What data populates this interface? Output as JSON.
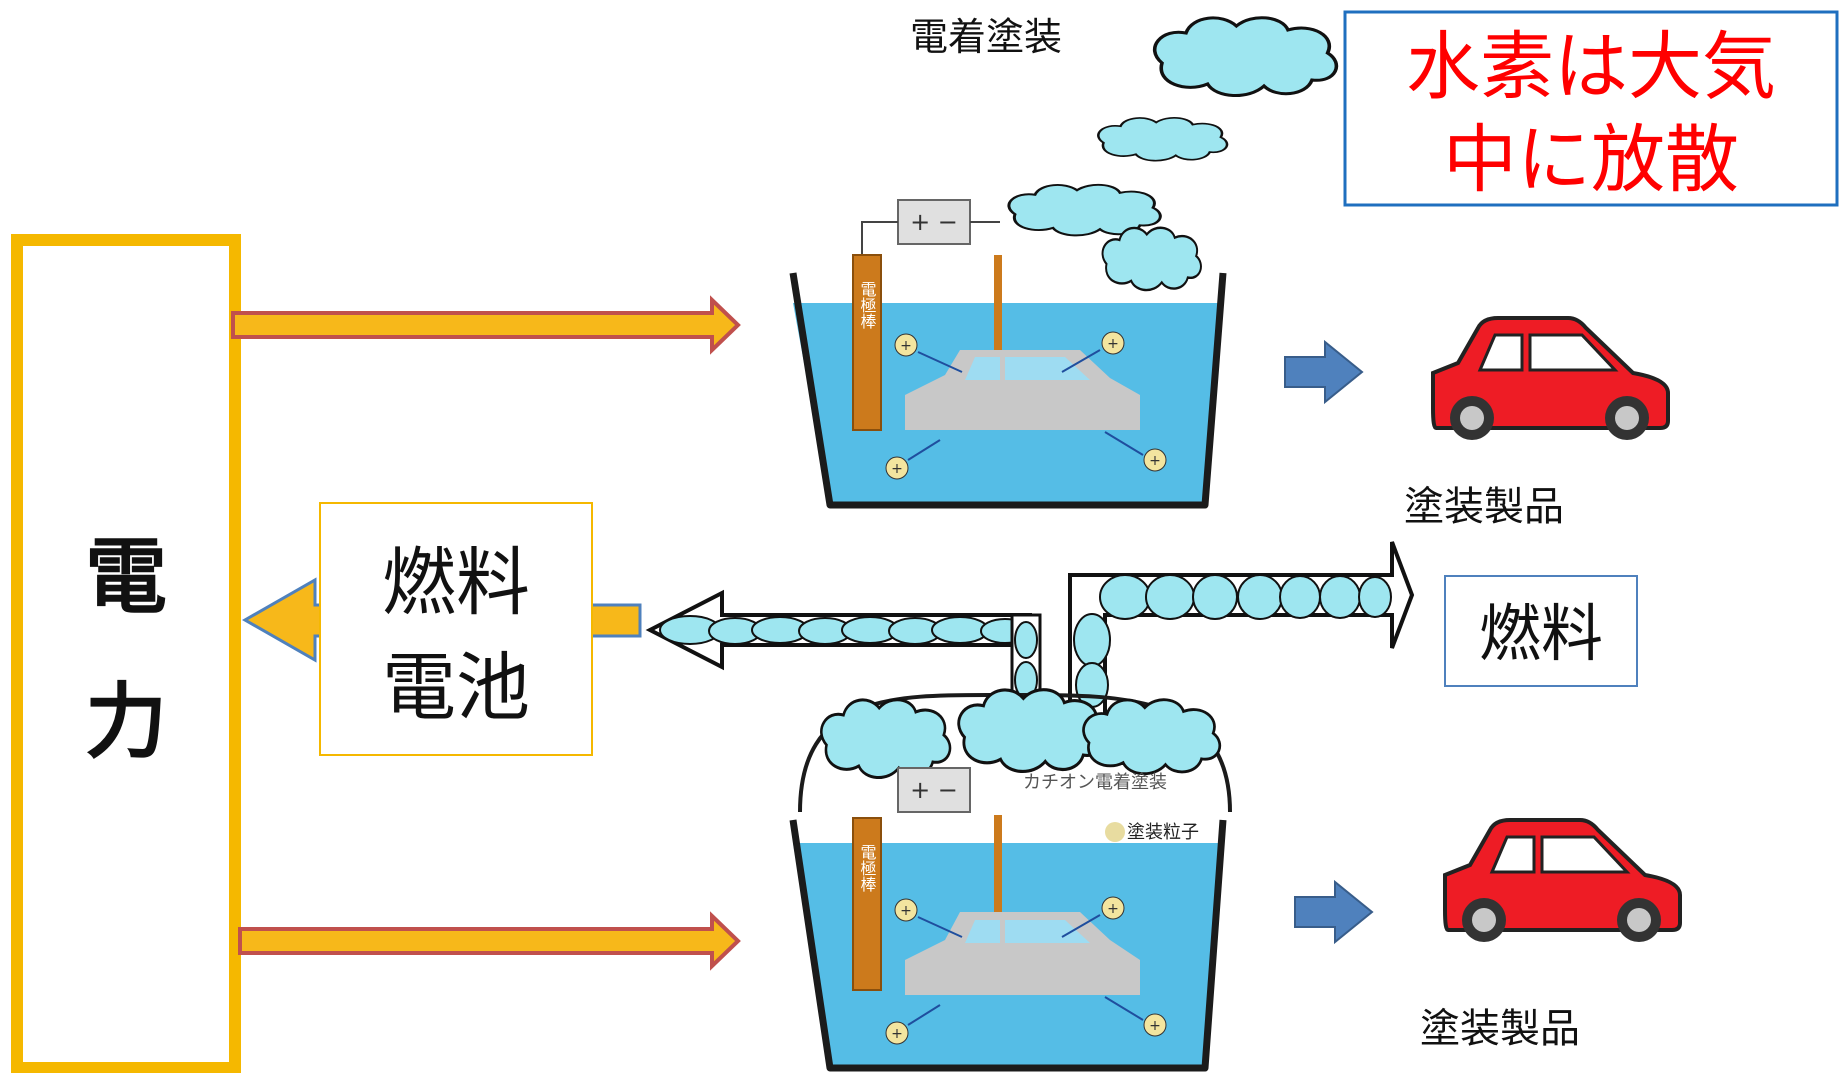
{
  "title": "電着塗装",
  "hydrogen_note": {
    "line1": "水素は大気",
    "line2": "中に放散"
  },
  "power_label": {
    "char1": "電",
    "char2": "力"
  },
  "fuel_cell_label": {
    "line1": "燃料",
    "line2": "電池"
  },
  "fuel_label": "燃料",
  "product_label_top": "塗装製品",
  "product_label_bottom": "塗装製品",
  "electrode_label": "電極棒",
  "battery_symbols": "+ −",
  "cationic_label": "カチオン電着塗装",
  "particle_legend": "塗装粒子",
  "plus_sign": "+",
  "colors": {
    "power_border": "#f5b800",
    "arrow_fill": "#f7b81a",
    "arrow_stroke": "#c0504d",
    "note_text": "#ff0000",
    "note_border": "#1f6fbf",
    "water": "#55bde6",
    "cloud": "#9ee6f0",
    "car_red": "#ee1c25",
    "blue_arrow": "#4f81bd"
  }
}
